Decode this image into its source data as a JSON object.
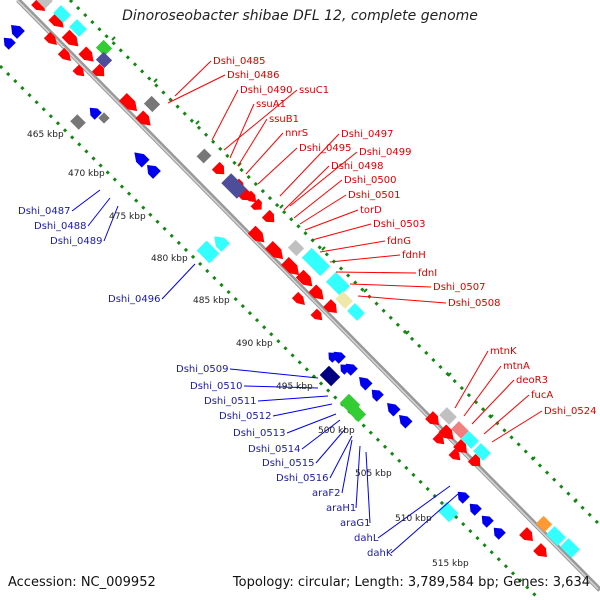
{
  "title": "Dinoroseobacter shibae DFL 12, complete genome",
  "accession_text": "Accession: NC_009952",
  "topology_text": "Topology: circular; Length: 3,789,584 bp; Genes: 3,634",
  "colors": {
    "forward": "#ff0000",
    "reverse": "#0000ee",
    "rrna_cyan": "#33ffff",
    "grey": "#777777",
    "light_grey": "#c0c0c0",
    "dark_blue": "#000080",
    "slate": "#4d4d99",
    "green": "#33cc33",
    "orange": "#ff9933",
    "pink": "#f08080",
    "khaki": "#eee8aa",
    "tick_green": "#118811",
    "backbone": "#999999"
  },
  "kbp_ticks": [
    "465 kbp",
    "470 kbp",
    "475 kbp",
    "480 kbp",
    "485 kbp",
    "490 kbp",
    "495 kbp",
    "500 kbp",
    "505 kbp",
    "510 kbp",
    "515 kbp"
  ],
  "red_labels": [
    "Dshi_0485",
    "Dshi_0486",
    "Dshi_0490",
    "ssuC1",
    "ssuA1",
    "ssuB1",
    "nnrS",
    "Dshi_0495",
    "Dshi_0497",
    "Dshi_0499",
    "Dshi_0498",
    "Dshi_0500",
    "Dshi_0501",
    "torD",
    "Dshi_0503",
    "fdnG",
    "fdnH",
    "fdnI",
    "Dshi_0507",
    "Dshi_0508",
    "mtnK",
    "mtnA",
    "deoR3",
    "fucA",
    "Dshi_0524"
  ],
  "blue_labels": [
    "Dshi_0487",
    "Dshi_0488",
    "Dshi_0489",
    "Dshi_0496",
    "Dshi_0509",
    "Dshi_0510",
    "Dshi_0511",
    "Dshi_0512",
    "Dshi_0513",
    "Dshi_0514",
    "Dshi_0515",
    "Dshi_0516",
    "araF2",
    "araH1",
    "araG1",
    "dahL",
    "dahK"
  ]
}
